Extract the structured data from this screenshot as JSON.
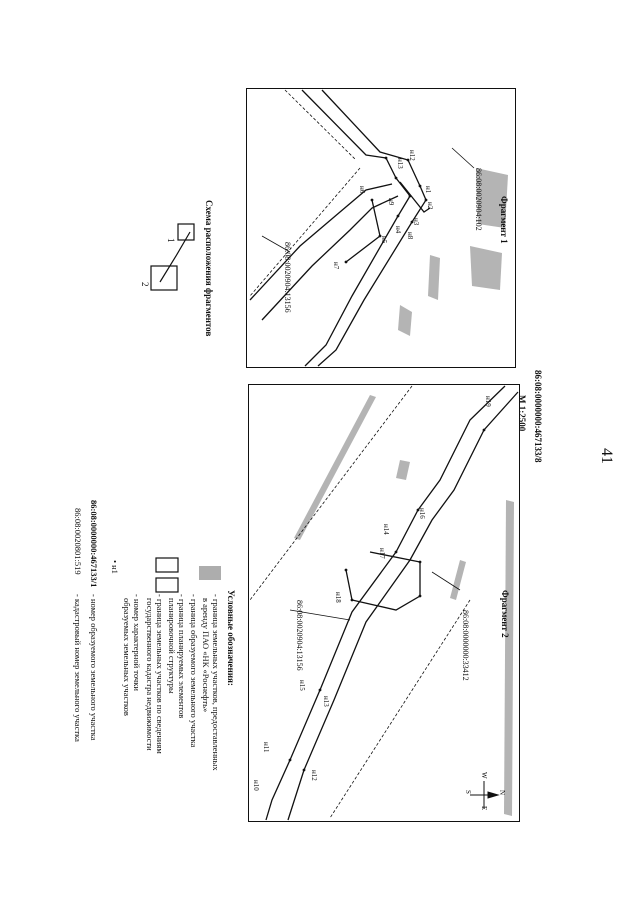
{
  "page_number": "41",
  "header": {
    "plan_id": "86:08:0000000:467133/8",
    "scale": "М 1:2500"
  },
  "fragment1": {
    "title": "Фрагмент 1",
    "labels": [
      {
        "text": "86:08:0020904:102"
      },
      {
        "text": "86:08:0020904:13156"
      }
    ],
    "points": [
      "н12",
      "н13",
      "н1",
      "н2",
      "н3",
      "н4",
      "н5",
      "н6",
      "н7",
      "н8",
      "н9"
    ]
  },
  "fragment2": {
    "title": "Фрагмент 2",
    "labels": [
      {
        "text": "86:08:0000000:33412"
      },
      {
        "text": "86:08:0020904:13156"
      }
    ],
    "points": [
      "н10",
      "н11",
      "н12",
      "н13",
      "н14",
      "н15",
      "н16",
      "н17",
      "н18",
      "н19"
    ]
  },
  "scheme": {
    "title": "Схема расположения фрагментов",
    "items": [
      "1",
      "2"
    ]
  },
  "legend": {
    "title": "Условные обозначения:",
    "items": [
      {
        "text": "- граница земельных участков, предоставленных"
      },
      {
        "text": "в аренду ПАО «НК «Роснефть»"
      },
      {
        "text": "- граница образуемого земельного участка"
      },
      {
        "text": "- граница планируемых элементов"
      },
      {
        "text": "планировочной структуры"
      },
      {
        "text": "- граница земельных участков по сведениям"
      },
      {
        "text": "государственного кадастра недвижимости"
      },
      {
        "text": "- номер характерной точки"
      },
      {
        "text": "образуемых земельных участков"
      },
      {
        "text": "- номер образуемого земельного участка"
      },
      {
        "text": "- кадастровый номер земельного участка"
      }
    ],
    "point_symbol": "• н1",
    "sample_plan_id": "86:08:0000000:467133/1",
    "sample_cadastral": "86:08:0020801:519"
  },
  "compass": {
    "n": "N",
    "s": "S",
    "e": "E",
    "w": "W"
  }
}
